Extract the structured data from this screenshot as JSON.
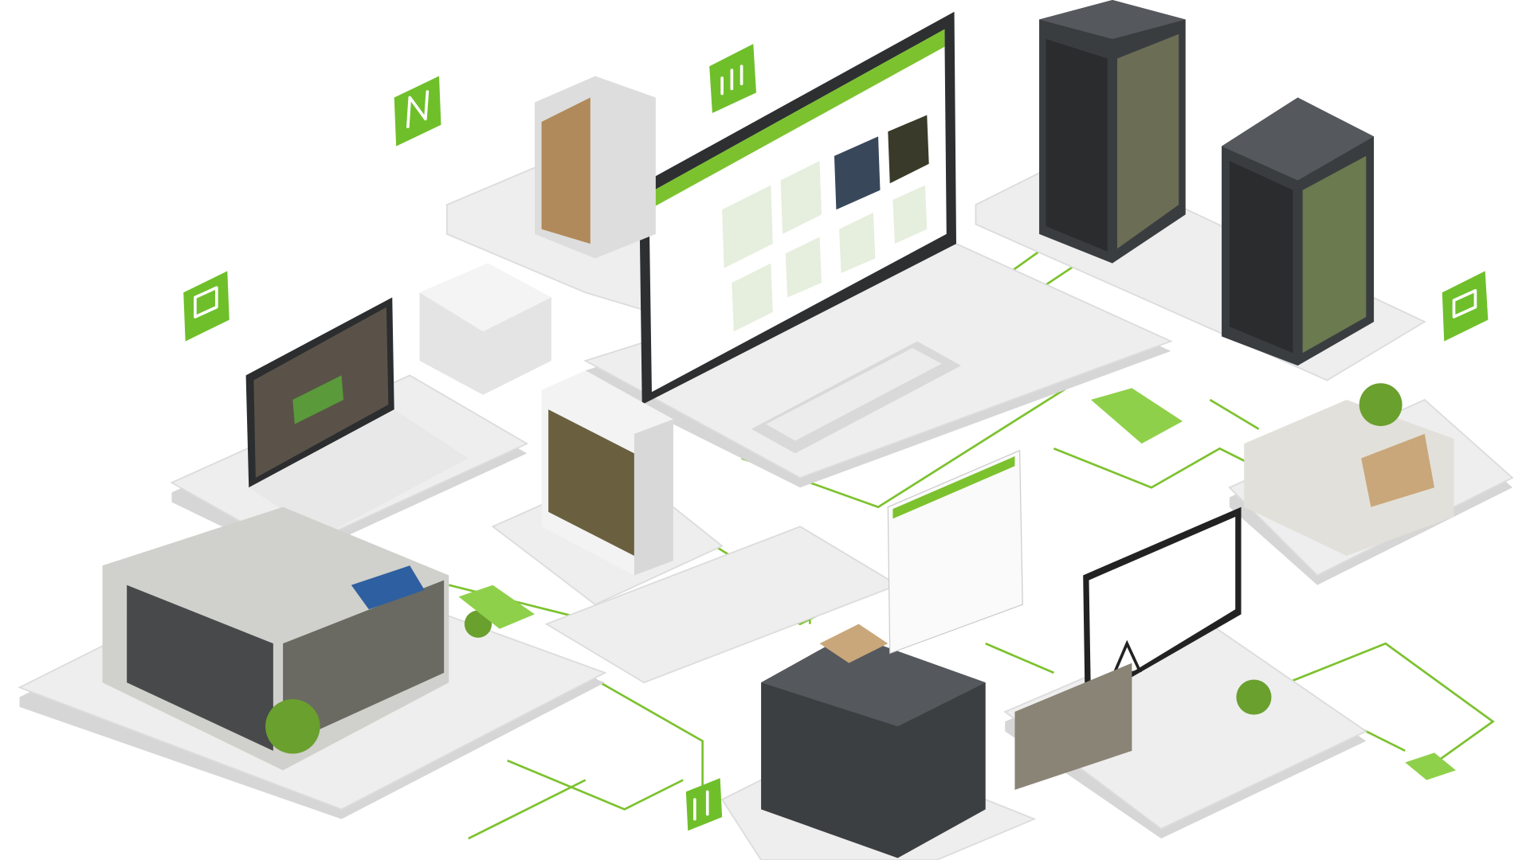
{
  "scene": {
    "style": "isometric illustration",
    "colors": {
      "accent": "#6fbf2a",
      "platform": "#eeeeee",
      "platform_side": "#d6d6d6",
      "server": "#3a3d40",
      "background": "#ffffff"
    },
    "badges": [
      {
        "icon": "logo-n-icon"
      },
      {
        "icon": "chart-icon"
      },
      {
        "icon": "book-icon"
      },
      {
        "icon": "box-icon"
      },
      {
        "icon": "plant-icon"
      }
    ],
    "objects": [
      "monitor",
      "keyboard",
      "laptop",
      "server-tower",
      "server-tower",
      "bookshelf",
      "office-building",
      "warehouse",
      "printer",
      "tablet-display",
      "warning-display"
    ]
  }
}
